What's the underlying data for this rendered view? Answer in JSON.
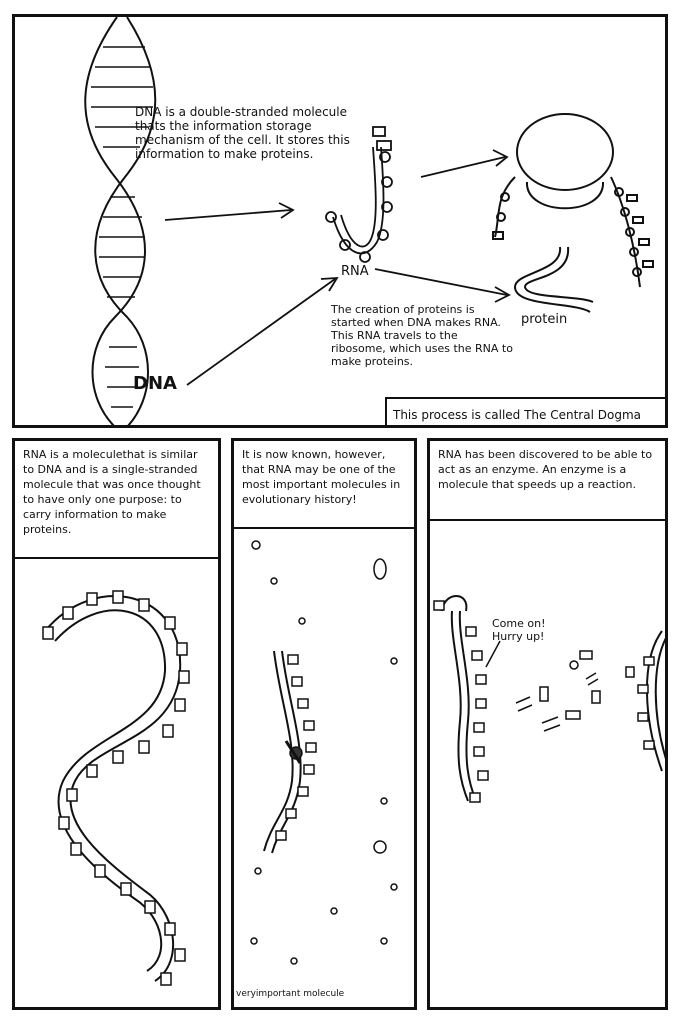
{
  "top_panel": {
    "dna_text": "DNA is a double-stranded molecule thats the information storage mechanism of the cell. It stores this information to make proteins.",
    "rna_label": "RNA",
    "protein_label": "protein",
    "dna_label": "DNA",
    "creation_text": "The creation of proteins is started when DNA makes RNA. This RNA travels to the ribosome, which uses the RNA to make proteins.",
    "footer_caption": "This process is called The Central Dogma"
  },
  "panel_left": {
    "caption": "RNA is a moleculethat is similar to DNA and is a single-stranded molecule that was once thought to have only one purpose: to carry information to make proteins."
  },
  "panel_middle": {
    "caption": "It is now known, however, that RNA may be one of the most important molecules in evolutionary history!",
    "bottom_label": "veryimportant molecule"
  },
  "panel_right": {
    "caption": "RNA has been discovered to be able to act as an enzyme. An enzyme is a molecule that speeds up a reaction.",
    "speech": "Come on! Hurry up!"
  }
}
